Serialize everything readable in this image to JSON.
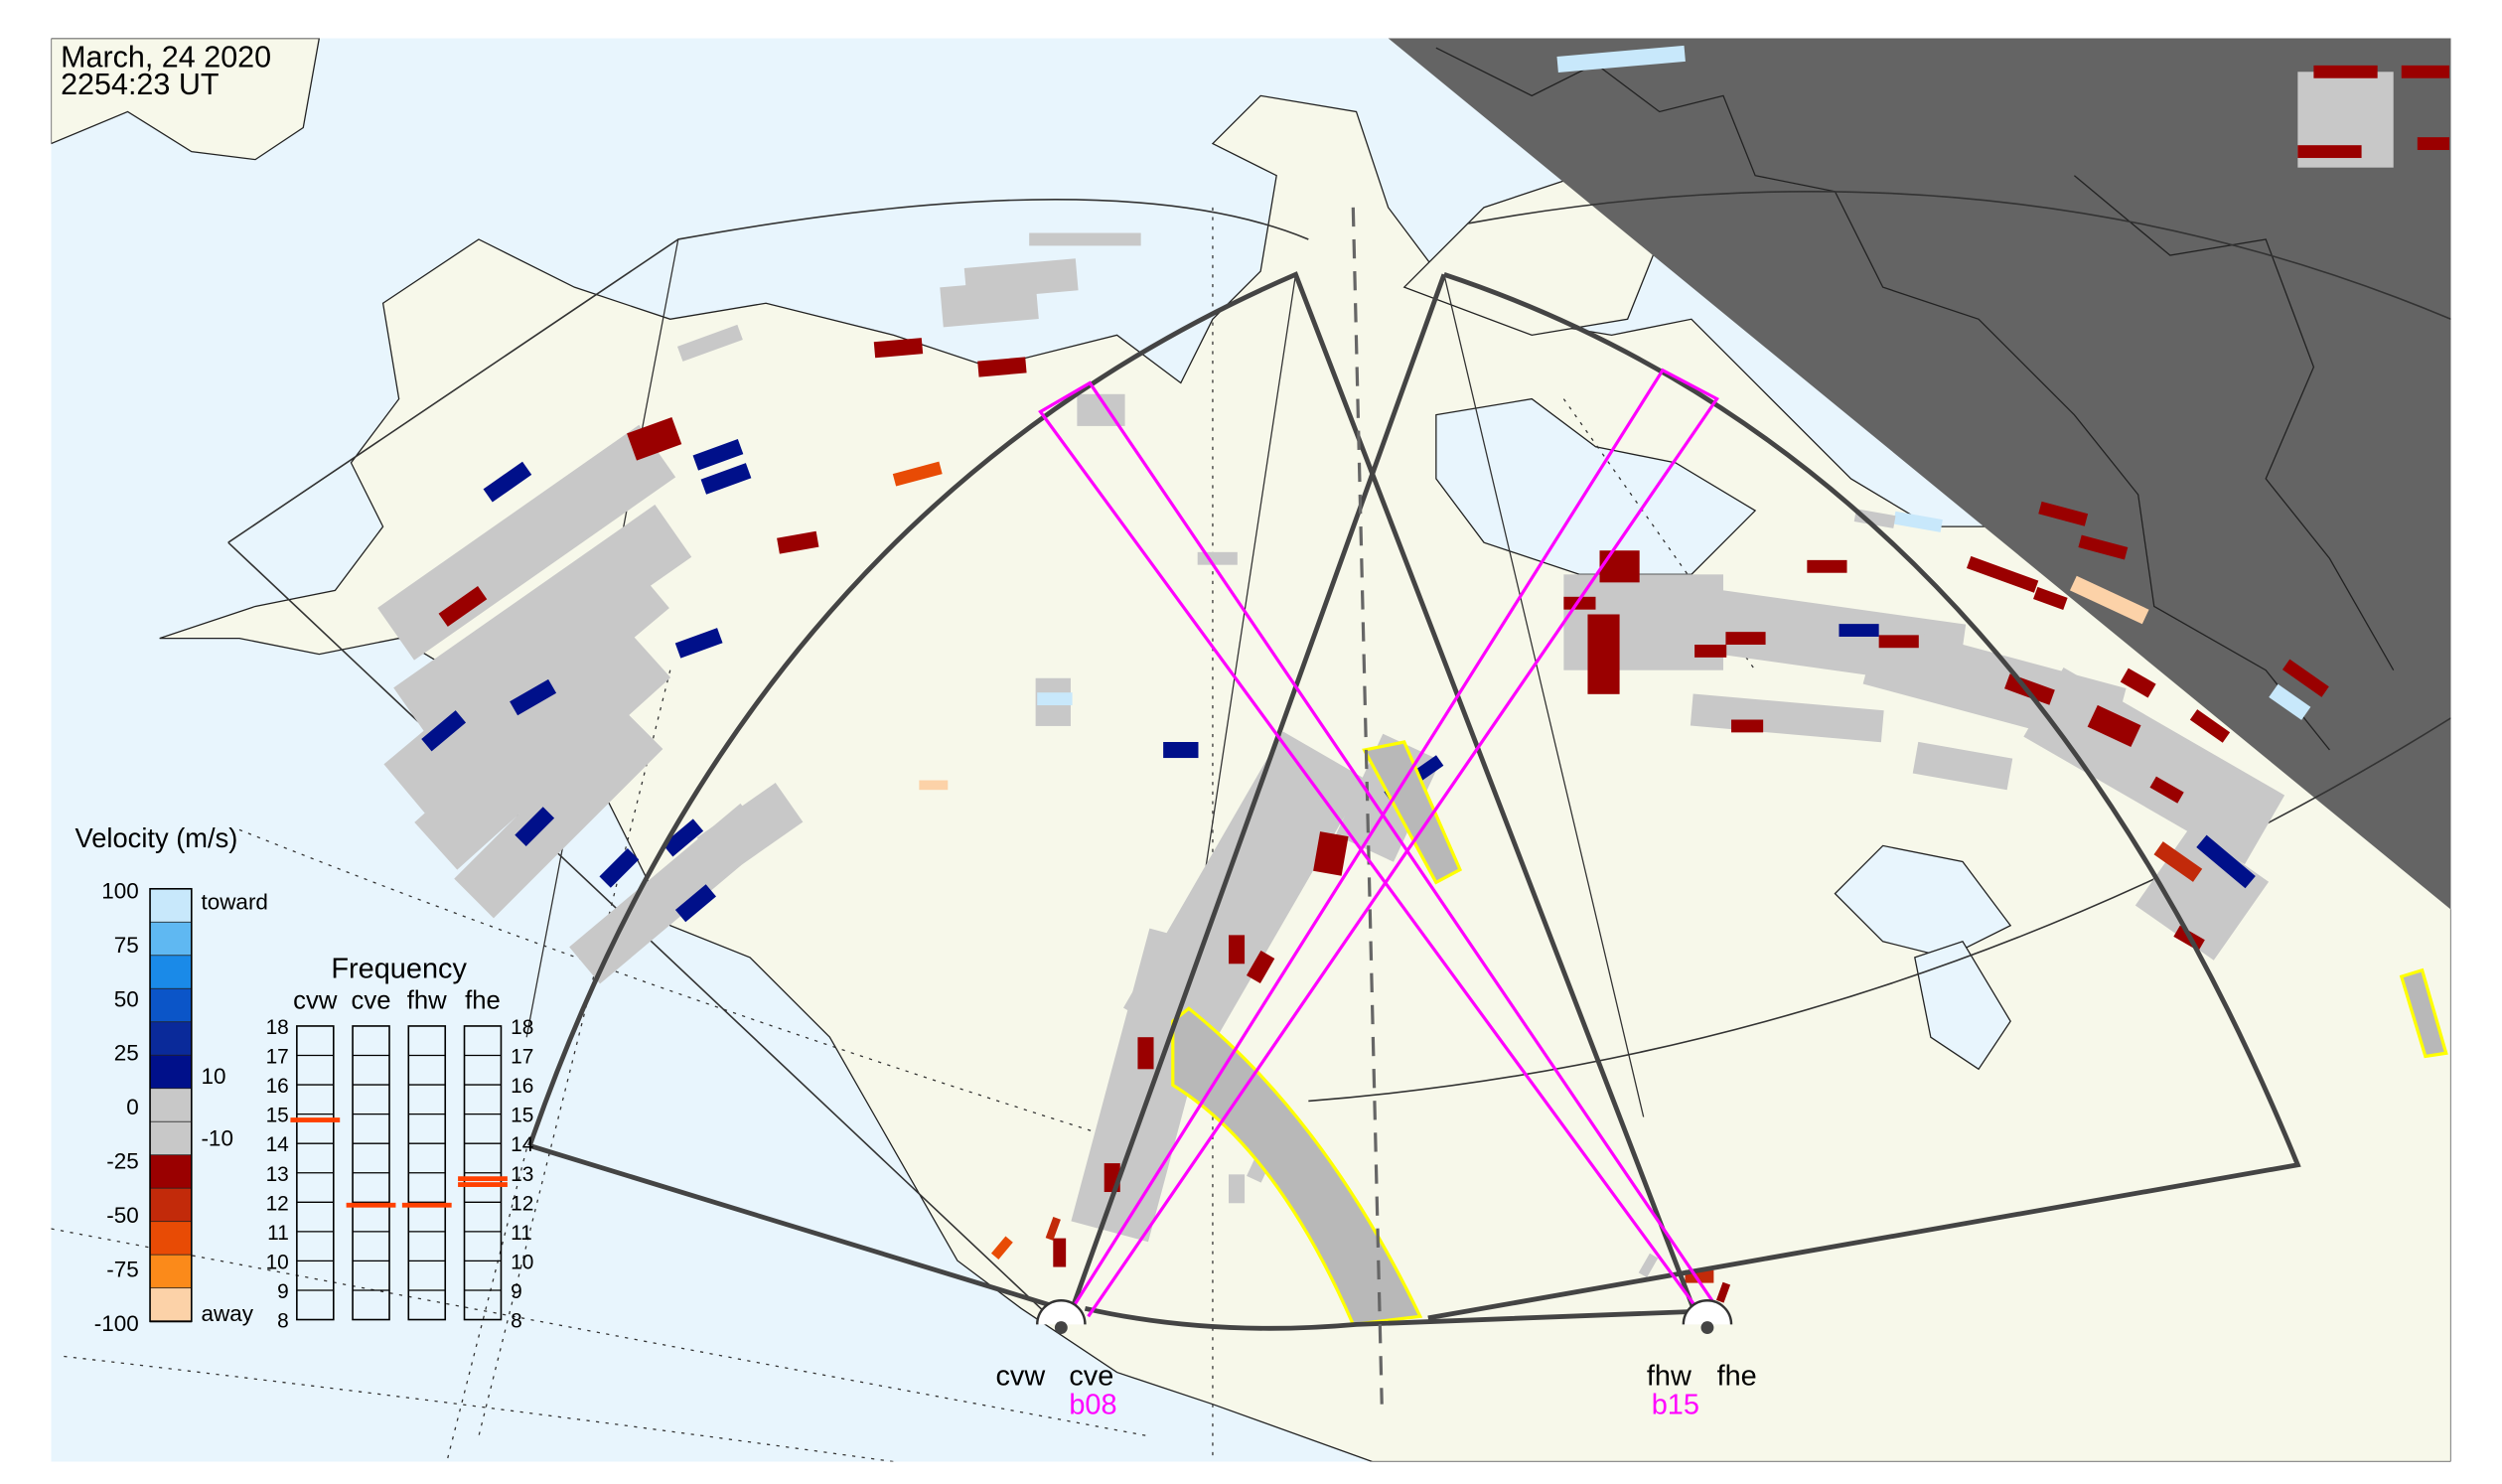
{
  "header": {
    "date": "March, 24 2020",
    "time": "2254:23 UT"
  },
  "velocity_legend": {
    "title": "Velocity (m/s)",
    "ticks": [
      "100",
      "75",
      "50",
      "25",
      "0",
      "-25",
      "-50",
      "-75",
      "-100"
    ],
    "inner_labels": {
      "toward": "toward",
      "away": "away",
      "pos_threshold": "10",
      "neg_threshold": "-10"
    },
    "colors": [
      "#c8e8fb",
      "#5fb8f2",
      "#1a8ae8",
      "#0b55c8",
      "#0a2a9a",
      "#00108a",
      "#c8c8c8",
      "#c8c8c8",
      "#9a0000",
      "#c22a0a",
      "#e84b05",
      "#fb8a1a",
      "#fcd2a8"
    ]
  },
  "frequency_panel": {
    "title": "Frequency",
    "radars": [
      "cvw",
      "cve",
      "fhw",
      "fhe"
    ],
    "ticks": [
      "18",
      "17",
      "16",
      "15",
      "14",
      "13",
      "12",
      "11",
      "10",
      "9",
      "8"
    ],
    "frequencies_mhz": {
      "cvw": [
        14.8
      ],
      "cve": [
        11.9
      ],
      "fhw": [
        11.9
      ],
      "fhe": [
        12.6,
        12.8
      ]
    },
    "marker_color": "#ff4000"
  },
  "radars": {
    "cvw": "cvw",
    "cve": "cve",
    "fhw": "fhw",
    "fhe": "fhe",
    "cve_beam": "b08",
    "fhw_beam": "b15"
  },
  "colors": {
    "ocean": "#e8f5fd",
    "land": "#f7f8ea",
    "night": "#646464",
    "beam": "#ff00ff",
    "highlight": "#ffff00"
  }
}
